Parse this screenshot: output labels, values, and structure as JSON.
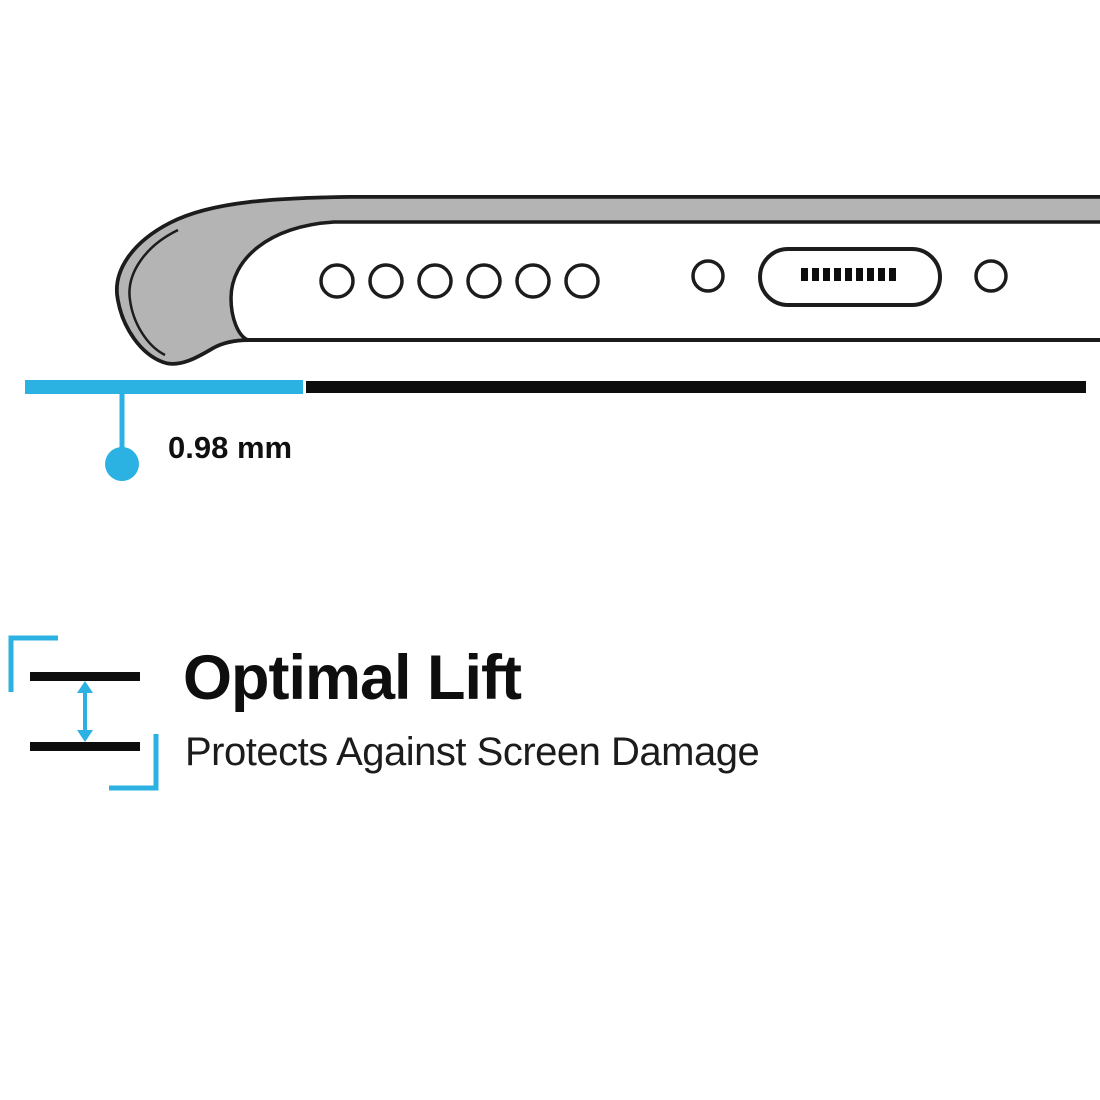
{
  "colors": {
    "accent": "#2bb2e2",
    "ink": "#0d0d0d",
    "case_gray": "#b4b4b4",
    "outline": "#1c1c1c"
  },
  "diagram": {
    "measurement": "0.98 mm",
    "phone": {
      "speaker_hole_count": 6,
      "ports": [
        "speaker-holes",
        "microphone-hole",
        "charging-port",
        "screw-hole"
      ]
    }
  },
  "feature": {
    "title": "Optimal Lift",
    "subtitle": "Protects Against Screen Damage"
  },
  "icons": {
    "lift_gap_icon": "vertical-double-arrow-between-two-lines"
  }
}
